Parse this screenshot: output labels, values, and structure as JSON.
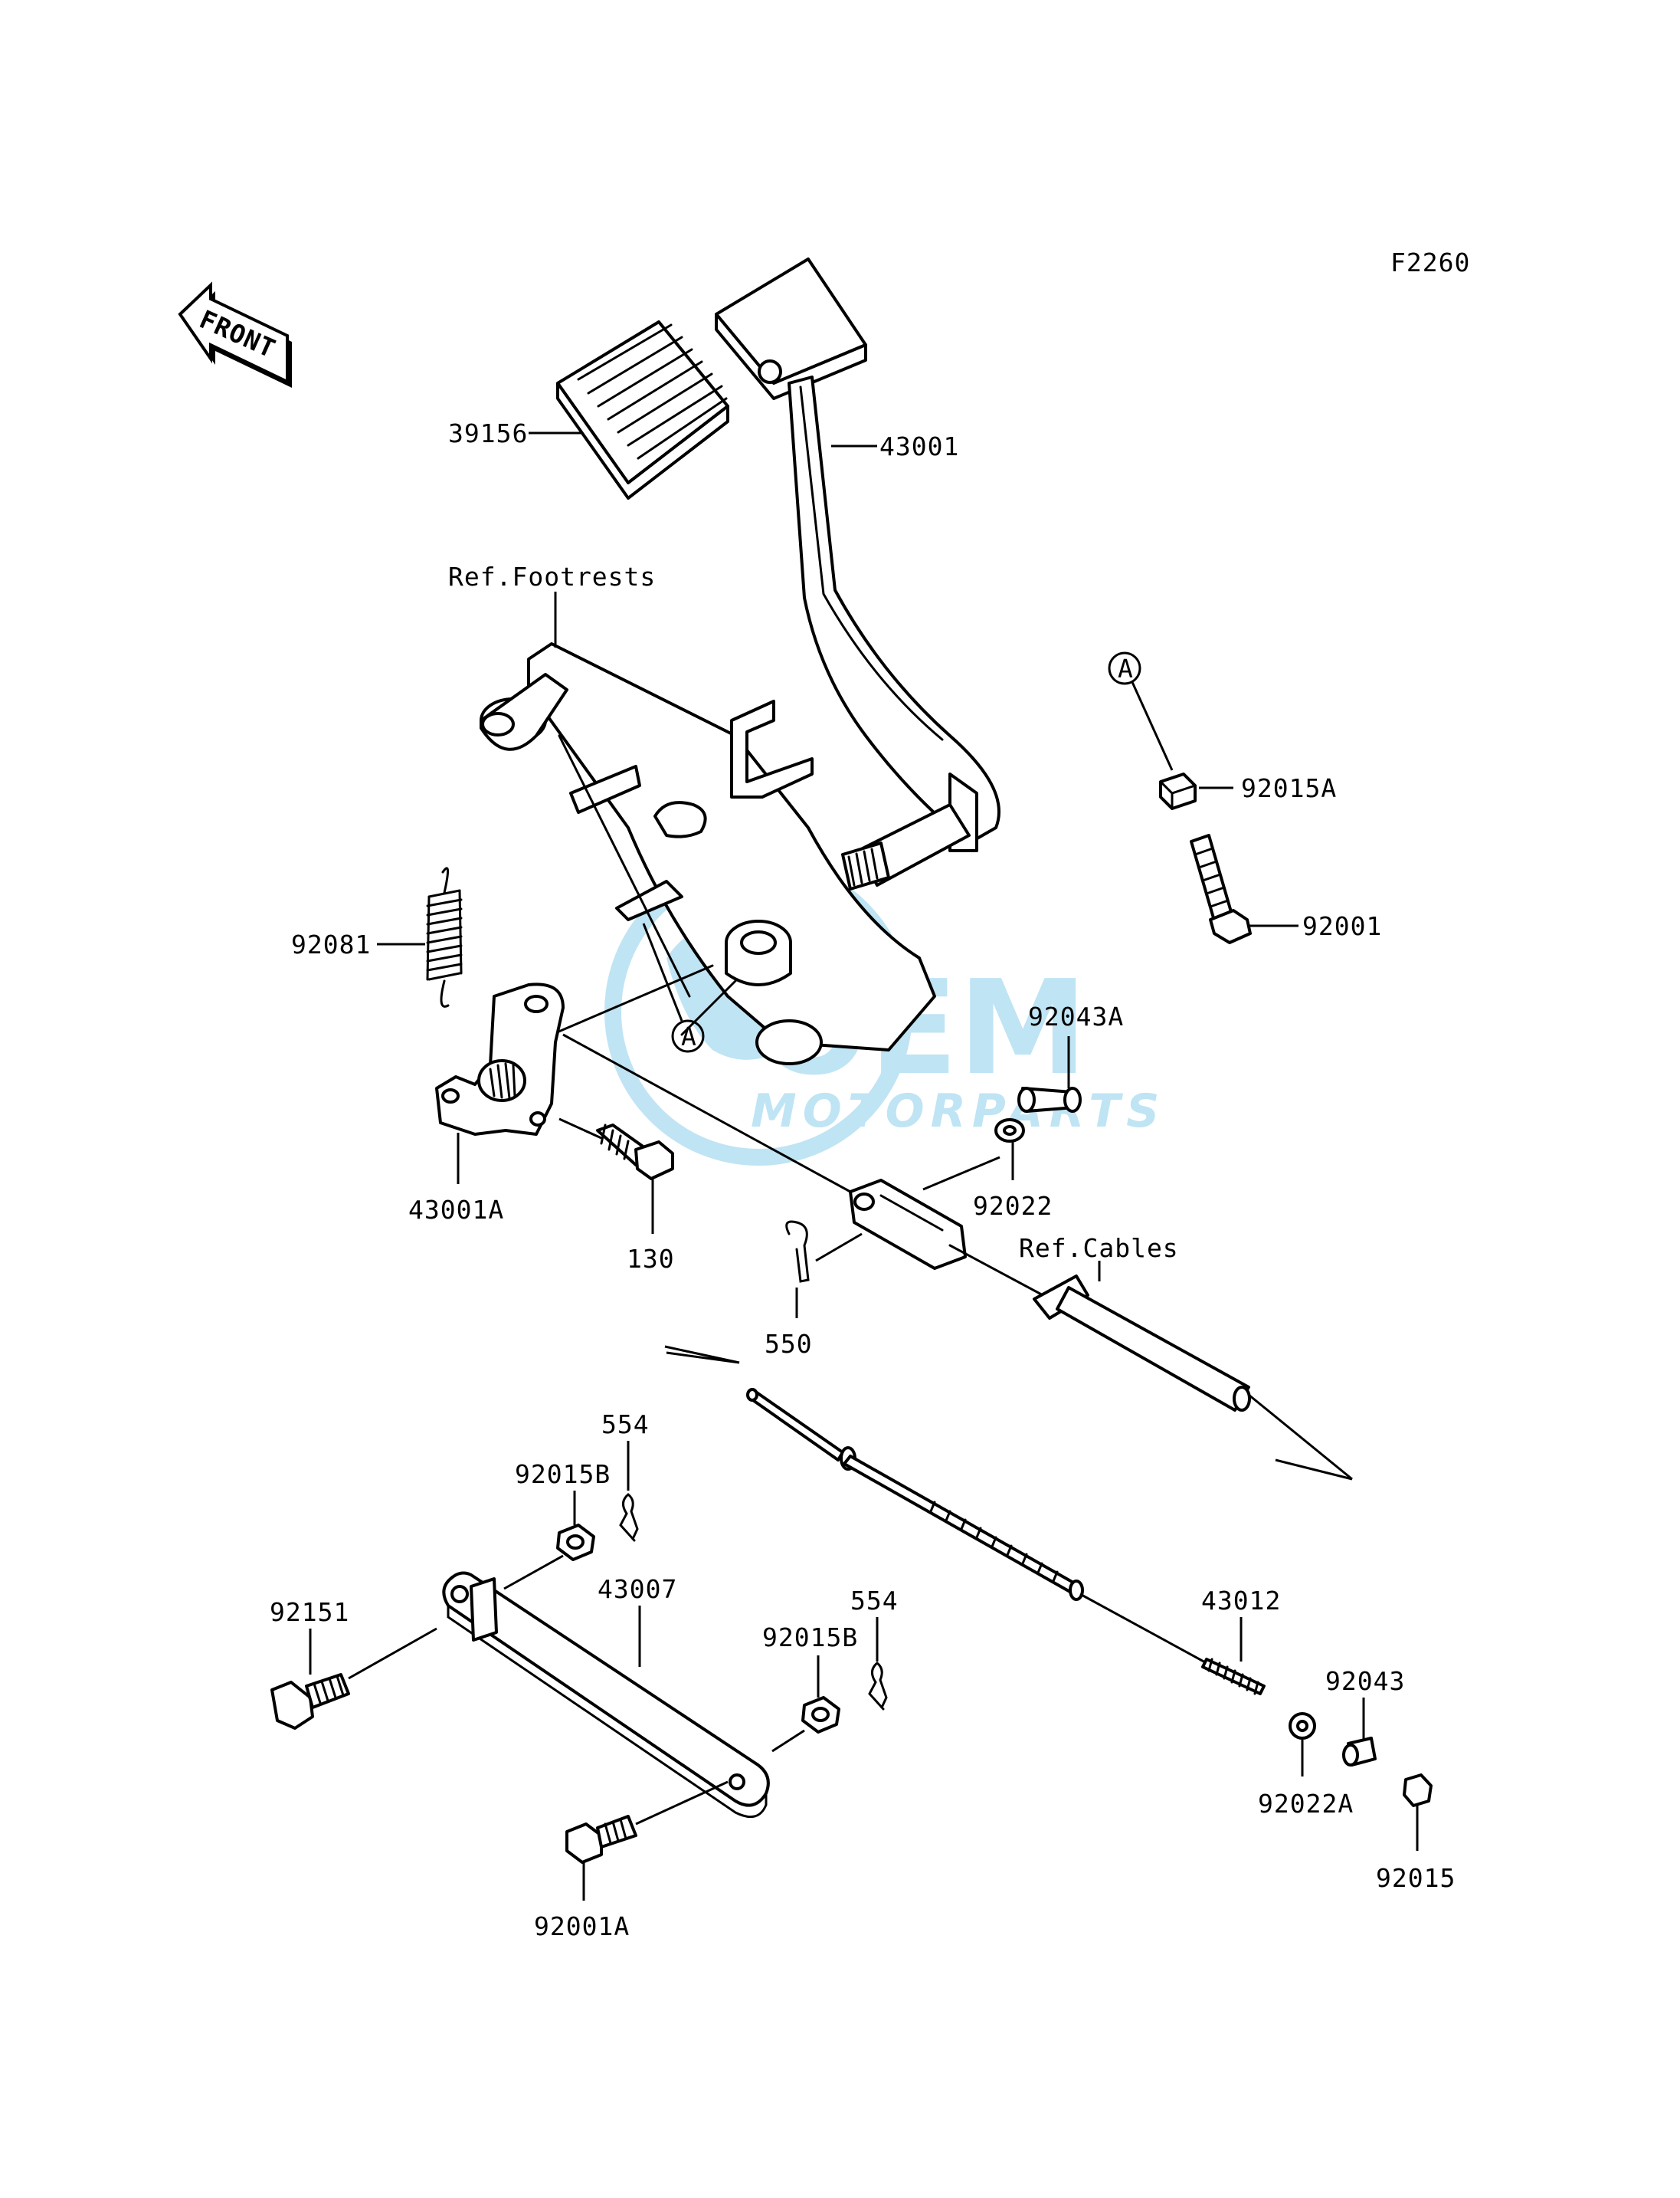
{
  "figure_code": "F2260",
  "front_label": "FRONT",
  "watermark": {
    "brand": "OEM",
    "sub": "MOTORPARTS",
    "color": "#4ab3e0"
  },
  "references": {
    "footrests": "Ref.Footrests",
    "cables": "Ref.Cables"
  },
  "callouts": {
    "a_upper": "A",
    "a_lower": "A"
  },
  "parts": {
    "p39156": "39156",
    "p43001": "43001",
    "p92015A": "92015A",
    "p92001": "92001",
    "p92081": "92081",
    "p92043A": "92043A",
    "p43001A": "43001A",
    "p130": "130",
    "p92022": "92022",
    "p550": "550",
    "p554a": "554",
    "p92015B_a": "92015B",
    "p92151": "92151",
    "p43007": "43007",
    "p554b": "554",
    "p92015B_b": "92015B",
    "p43012": "43012",
    "p92043": "92043",
    "p92022A": "92022A",
    "p92015": "92015",
    "p92001A": "92001A"
  }
}
